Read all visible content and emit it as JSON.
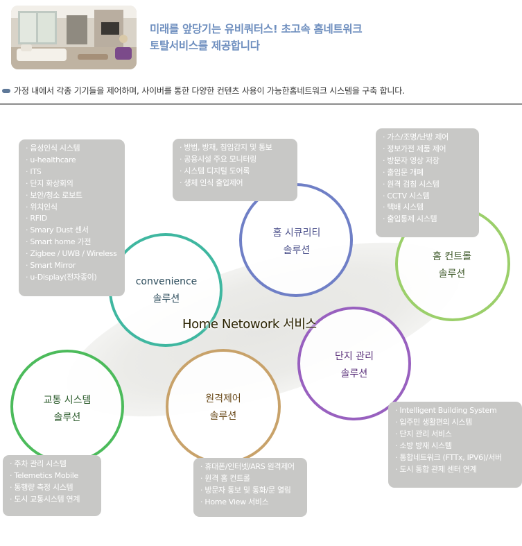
{
  "header": {
    "headline_line1": "미래를 앞당기는 유비쿼터스! 초고속 홈네트워크",
    "headline_line2": "토탈서비스를 제공합니다",
    "intro": "가정 내에서 각종 기기들을 제어하며, 사이버를 통한 다양한 컨텐츠 사용이 가능한홈네트워크 시스템을 구축 합니다."
  },
  "center_title": "Home Netowork 서비스",
  "solutions": [
    {
      "id": "convenience",
      "title": "convenience",
      "subtitle": "솔루션",
      "color": "#3fb7a0",
      "items": [
        "음성인식 시스템",
        "u-healthcare",
        "ITS",
        "단지 화상회의",
        "보안/청소 로보트",
        "위치인식",
        "RFID",
        "Smary Dust 센서",
        "Smart home 가전",
        "Zigbee / UWB / Wireless",
        "Smart Mirror",
        "u-Display(전자종이)"
      ]
    },
    {
      "id": "home-security",
      "title": "홈 시큐리티",
      "subtitle": "솔루션",
      "color": "#6f7fc6",
      "items": [
        "방범, 방재, 침입감지 및 통보",
        "공용시설 주요 모니터링",
        "시스템 디지털 도어록",
        "생체 인식 출입제어"
      ]
    },
    {
      "id": "home-control",
      "title": "홈 컨트롤",
      "subtitle": "솔루션",
      "color": "#9bcf6a",
      "items": [
        "가스/조명/난방 제어",
        "정보가전 제품 제어",
        "방문자 영상 저장",
        "출입문 개폐",
        "원격 검침 시스템",
        "CCTV 시스템",
        "택배 시스템",
        "출입통제 시스템"
      ]
    },
    {
      "id": "complex-management",
      "title": "단지 관리",
      "subtitle": "솔루션",
      "color": "#9860bf",
      "items": [
        "Intelligent Building System",
        "입주민 생활편의 시스템",
        "단지 관리 서비스",
        "소방 방재 시스템",
        "통합네트워크 (FTTx, IPV6)/서버",
        "도시 통합 관제 센터 연계"
      ]
    },
    {
      "id": "remote-control",
      "title": "원격제어",
      "subtitle": "솔루션",
      "color": "#c8a26a",
      "items": [
        "휴대폰/인터넷/ARS 원격제어",
        "원격 홈 컨트롤",
        "방문자 통보 및 통화/문 열림",
        "Home View 서비스"
      ]
    },
    {
      "id": "traffic-system",
      "title": "교통 시스템",
      "subtitle": "솔루션",
      "color": "#4cbb5b",
      "items": [
        "주차 관리 시스템",
        "Telemetics Mobile",
        "통행량 측정 시스템",
        "도시 교통시스템 연계"
      ]
    }
  ]
}
